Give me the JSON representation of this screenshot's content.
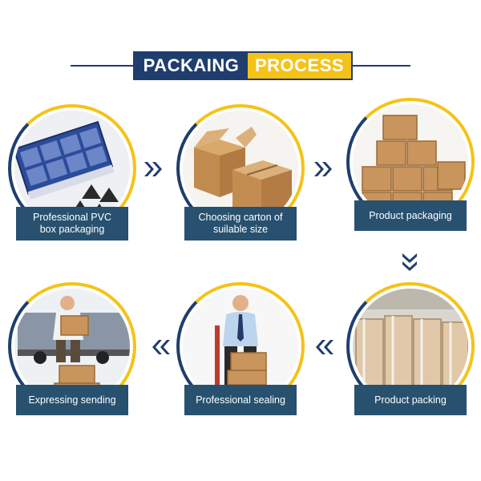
{
  "title": {
    "part1": "PACKAING",
    "part2": "PROCESS"
  },
  "steps": [
    {
      "label": "Professional PVC\nbox packaging",
      "icon": "pvc-box-insert"
    },
    {
      "label": "Choosing carton of\nsuilable size",
      "icon": "cardboard-boxes"
    },
    {
      "label": "Product packaging",
      "icon": "carton-stack"
    },
    {
      "label": "Product packing",
      "icon": "pallet-cartons"
    },
    {
      "label": "Professional sealing",
      "icon": "man-hand-truck"
    },
    {
      "label": "Expressing sending",
      "icon": "delivery-truck"
    }
  ],
  "colors": {
    "navy": "#1f3e6e",
    "yellow": "#f5c217",
    "label_bg": "#27516f",
    "carton": "#c9955c"
  }
}
